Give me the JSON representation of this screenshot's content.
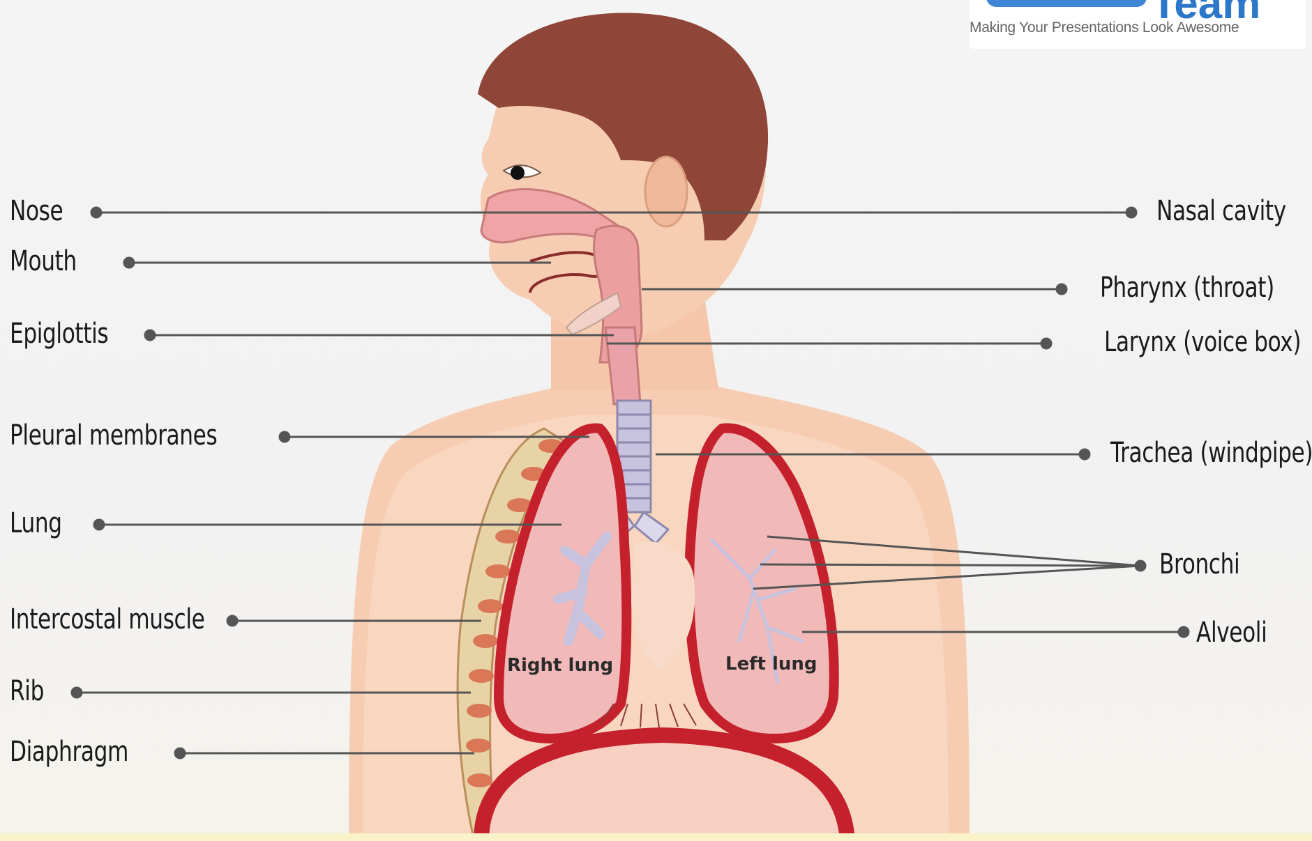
{
  "logo": {
    "word": "Team",
    "tagline": "Making Your Presentations Look Awesome"
  },
  "labels_left": {
    "nose": "Nose",
    "mouth": "Mouth",
    "epiglottis": "Epiglottis",
    "pleural": "Pleural membranes",
    "lung": "Lung",
    "intercostal": "Intercostal muscle",
    "rib": "Rib",
    "diaphragm": "Diaphragm"
  },
  "labels_right": {
    "nasal": "Nasal cavity",
    "pharynx": "Pharynx (throat)",
    "larynx": "Larynx (voice box)",
    "trachea": "Trachea (windpipe)",
    "bronchi": "Bronchi",
    "alveoli": "Alveoli"
  },
  "organ_tags": {
    "right_lung": "Right lung",
    "left_lung": "Left lung"
  },
  "colors": {
    "skin": "#f6cdb2",
    "hair": "#8f4538",
    "lung_outline": "#c4212c",
    "lung_fill": "#f2b9b9",
    "airway": "#c7c2de",
    "line": "#555555"
  }
}
